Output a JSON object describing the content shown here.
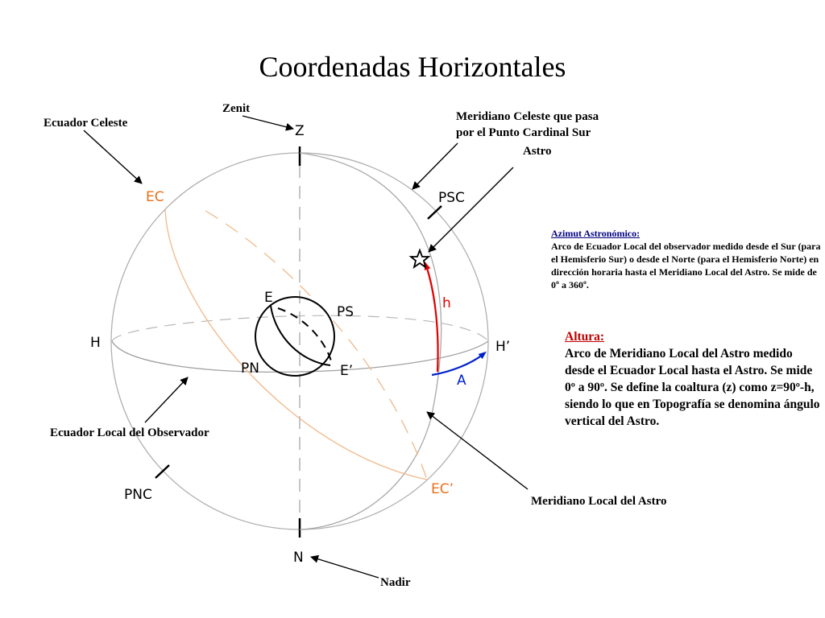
{
  "title": "Coordenadas Horizontales",
  "labels": {
    "zenit": "Zenit",
    "ecuador_celeste": "Ecuador Celeste",
    "meridiano_celeste_line1": "Meridiano Celeste que pasa",
    "meridiano_celeste_line2": "por el Punto Cardinal Sur",
    "astro": "Astro",
    "ecuador_local": "Ecuador Local del Observador",
    "meridiano_local": "Meridiano Local del Astro",
    "nadir": "Nadir"
  },
  "points": {
    "Z": "Z",
    "N": "N",
    "EC": "EC",
    "EC_prime": "EC’",
    "PSC": "PSC",
    "PNC": "PNC",
    "H": "H",
    "H_prime": "H’",
    "E": "E",
    "E_prime": "E’",
    "PS": "PS",
    "PN": "PN",
    "h": "h",
    "A": "A"
  },
  "azimut": {
    "heading": "Azimut Astronómico:",
    "text": "Arco de Ecuador Local del observador medido desde el Sur (para el Hemisferio Sur) o desde el Norte (para el Hemisferio Norte) en dirección horaria hasta el Meridiano Local del Astro. Se mide de 0º a 360º."
  },
  "altura": {
    "heading": "Altura:",
    "text": "Arco de Meridiano Local del Astro medido desde el Ecuador Local hasta el Astro. Se mide 0º a 90º. Se define la coaltura (z) como z=90º-h, siendo lo que en Topografía se denomina ángulo vertical del Astro."
  },
  "colors": {
    "celestial_equator": "#f0b98a",
    "orange_label": "#e8701a",
    "altura_arc": "#e00000",
    "azimut_arc": "#0022cc"
  }
}
